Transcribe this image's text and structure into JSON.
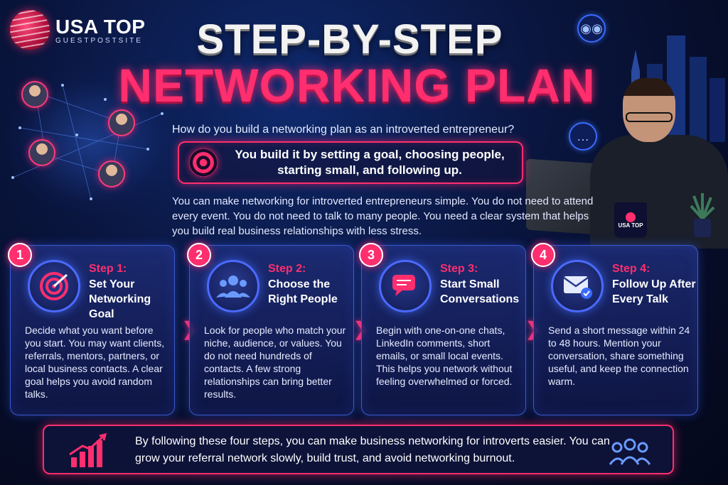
{
  "brand": {
    "name": "USA TOP",
    "tagline": "GUESTPOSTSITE",
    "mug_text": "USA TOP"
  },
  "title": {
    "line1": "STEP-BY-STEP",
    "line2": "NETWORKING PLAN"
  },
  "question": "How do you build a networking plan as an introverted entrepreneur?",
  "answer": "You build it by setting a goal, choosing people, starting small, and following up.",
  "intro": "You can make networking for introverted entrepreneurs simple. You do not need to attend every event. You do not need to talk to many people. You need a clear system that helps you build real business relationships with less stress.",
  "steps": [
    {
      "number": "1",
      "label": "Step 1:",
      "title": "Set Your Networking Goal",
      "icon": "target-icon",
      "description": "Decide what you want before you start. You may want clients, referrals, mentors, partners, or local business contacts. A clear goal helps you avoid random talks."
    },
    {
      "number": "2",
      "label": "Step 2:",
      "title": "Choose the Right People",
      "icon": "people-icon",
      "description": "Look for people who match your niche, audience, or values. You do not need hundreds of contacts. A few strong relationships can bring better results."
    },
    {
      "number": "3",
      "label": "Step 3:",
      "title": "Start Small Conversations",
      "icon": "chat-icon",
      "description": "Begin with one-on-one chats, LinkedIn comments, short emails, or small local events. This helps you network without feeling overwhelmed or forced."
    },
    {
      "number": "4",
      "label": "Step 4:",
      "title": "Follow Up After Every Talk",
      "icon": "mail-check-icon",
      "description": "Send a short message within 24 to 48 hours. Mention your conversation, share something useful, and keep the connection warm."
    }
  ],
  "summary": "By following these four steps, you can make business networking for introverts easier. You can grow your referral network slowly, build trust, and avoid networking burnout.",
  "colors": {
    "accent": "#ff2e6e",
    "blue": "#3a5ad0",
    "background": "#0a1640"
  }
}
